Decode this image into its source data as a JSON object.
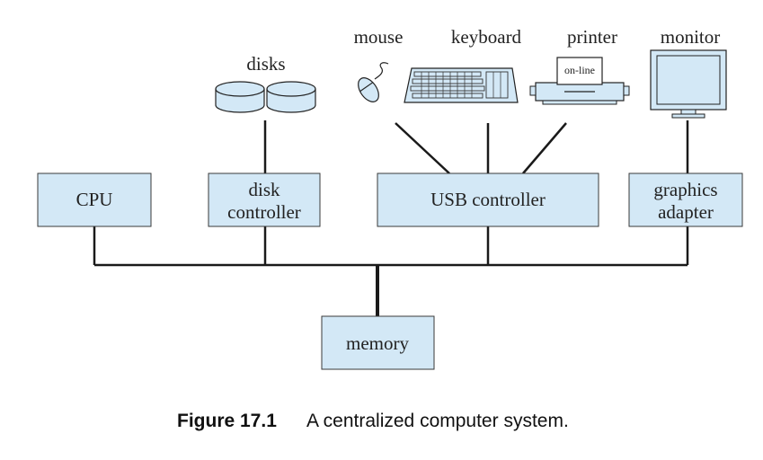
{
  "boxes": {
    "cpu": "CPU",
    "disk_controller": [
      "disk",
      "controller"
    ],
    "usb_controller": "USB controller",
    "graphics_adapter": [
      "graphics",
      "adapter"
    ],
    "memory": "memory"
  },
  "devices": {
    "disks": "disks",
    "mouse": "mouse",
    "keyboard": "keyboard",
    "printer": "printer",
    "printer_panel": "on-line",
    "monitor": "monitor"
  },
  "caption": {
    "number": "Figure 17.1",
    "text": "A centralized computer system."
  },
  "colors": {
    "box_fill": "#d3e8f6",
    "box_stroke": "#3a3a3a",
    "wire": "#1a1a1a"
  },
  "icons": [
    "disk-icon",
    "mouse-icon",
    "keyboard-icon",
    "printer-icon",
    "monitor-icon"
  ]
}
